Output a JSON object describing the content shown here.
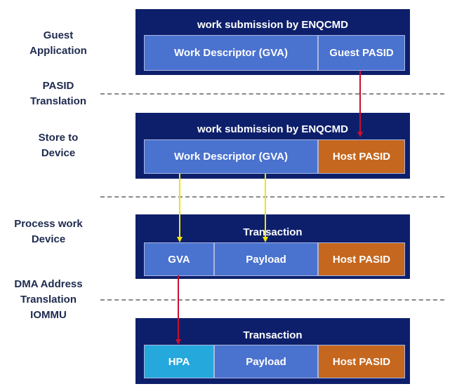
{
  "stages": {
    "guest_application": "Guest\nApplication",
    "pasid_translation": "PASID\nTranslation",
    "store_to_device": "Store to\nDevice",
    "process_work_device": "Process work\nDevice",
    "dma_address_translation": "DMA Address\nTranslation\nIOMMU"
  },
  "blocks": [
    {
      "title": "work submission by ENQCMD",
      "fields": [
        "Work Descriptor (GVA)",
        "Guest PASID"
      ]
    },
    {
      "title": "work submission by ENQCMD",
      "fields": [
        "Work Descriptor (GVA)",
        "Host PASID"
      ]
    },
    {
      "title": "Transaction",
      "fields": [
        "GVA",
        "Payload",
        "Host PASID"
      ]
    },
    {
      "title": "Transaction",
      "fields": [
        "HPA",
        "Payload",
        "Host PASID"
      ]
    }
  ],
  "colors": {
    "block_background": "#0d1f6b",
    "field_blue": "#4a72cf",
    "field_orange": "#c5671e",
    "field_cyan": "#25a8dc",
    "arrow_red": "#c8102e",
    "arrow_yellow": "#f2e600"
  }
}
